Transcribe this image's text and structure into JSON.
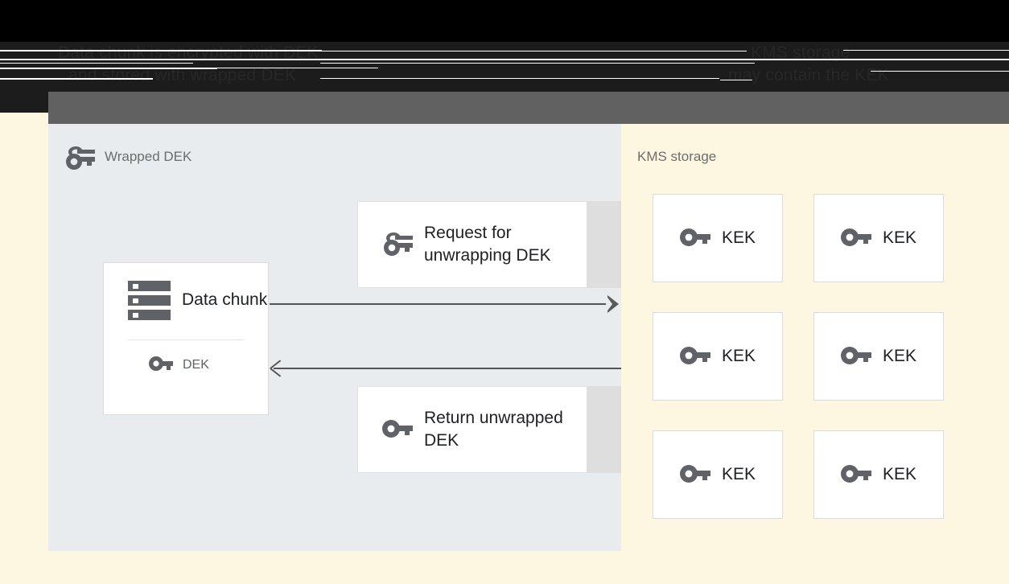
{
  "header": {
    "left_line1": "Data chunk is encrypted with DEK",
    "left_line2": "and stored with wrapped DEK",
    "right_line1": "KMS storage",
    "right_line2": "may contain the KEK"
  },
  "left_panel": {
    "title": "Wrapped DEK",
    "title_icon": "wrapped-key-icon",
    "background_color": "#e8ecef",
    "data_chunk_card": {
      "icon": "server-storage-icon",
      "label": "Data chunk",
      "key_icon": "key-icon",
      "key_label": "DEK"
    },
    "messages": [
      {
        "icon": "wrapped-key-icon",
        "label": "Request for unwrapping DEK",
        "direction": "right"
      },
      {
        "icon": "key-icon",
        "label": "Return unwrapped DEK",
        "direction": "left"
      }
    ]
  },
  "right_panel": {
    "title": "KMS storage",
    "background_color": "#fdf6e0",
    "keks": [
      {
        "icon": "key-icon",
        "label": "KEK"
      },
      {
        "icon": "key-icon",
        "label": "KEK"
      },
      {
        "icon": "key-icon",
        "label": "KEK"
      },
      {
        "icon": "key-icon",
        "label": "KEK"
      },
      {
        "icon": "key-icon",
        "label": "KEK"
      },
      {
        "icon": "key-icon",
        "label": "KEK"
      }
    ]
  },
  "colors": {
    "panel_left_bg": "#e8ecef",
    "page_bg": "#fdf6e0",
    "card_bg": "#ffffff",
    "card_border": "#dadce0",
    "icon_gray": "#5f6368",
    "text_dark": "#202124",
    "text_muted": "#6d6d6d",
    "arrow": "#555555",
    "block_gray": "#dedede"
  }
}
